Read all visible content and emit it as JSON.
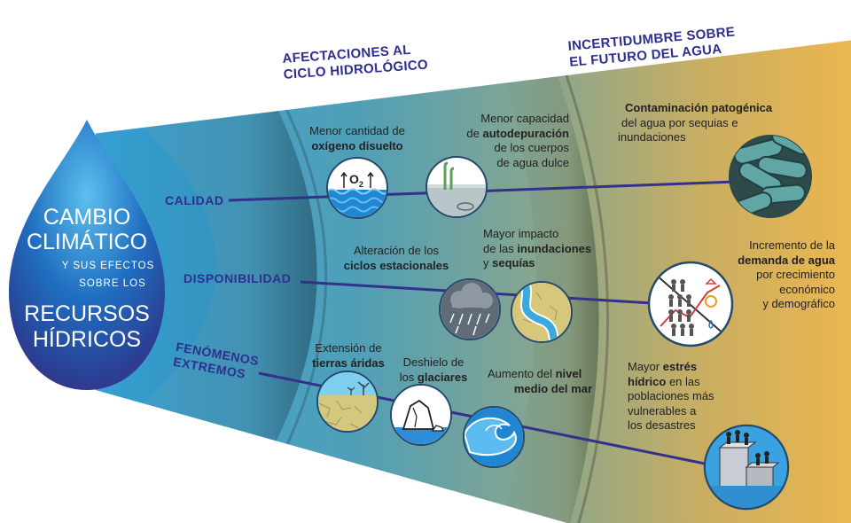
{
  "title": {
    "line1": "CAMBIO",
    "line2": "CLIMÁTICO",
    "sub1": "Y SUS EFECTOS",
    "sub2": "SOBRE LOS",
    "line3": "RECURSOS",
    "line4": "HÍDRICOS"
  },
  "headers": {
    "afectaciones_1": "AFECTACIONES AL",
    "afectaciones_2": "CICLO HIDROLÓGICO",
    "incertidumbre_1": "INCERTIDUMBRE SOBRE",
    "incertidumbre_2": "EL FUTURO DEL AGUA"
  },
  "rows": {
    "calidad": "CALIDAD",
    "disponibilidad": "DISPONIBILIDAD",
    "fenomenos_1": "FENÓMENOS",
    "fenomenos_2": "EXTREMOS"
  },
  "labels": {
    "oxigeno_1": "Menor cantidad de",
    "oxigeno_2": "oxígeno disuelto",
    "o2_symbol": "O",
    "o2_sub": "2",
    "auto_1": "Menor capacidad",
    "auto_2a": "de ",
    "auto_2b": "autodepuración",
    "auto_3": "de los cuerpos",
    "auto_4": "de agua dulce",
    "conta_1": "Contaminación patogénica",
    "conta_2": "del agua por sequias e",
    "conta_3": "inundaciones",
    "ciclos_1": "Alteración de los",
    "ciclos_2": "ciclos estacionales",
    "impacto_1": "Mayor impacto",
    "impacto_2a": "de las ",
    "impacto_2b": "inundaciones",
    "impacto_3a": "y ",
    "impacto_3b": "sequías",
    "demanda_1": "Incremento de la",
    "demanda_2": "demanda de agua",
    "demanda_3": "por crecimiento",
    "demanda_4": "económico",
    "demanda_5": "y demográfico",
    "aridas_1": "Extensión de",
    "aridas_2": "tierras áridas",
    "glaciares_1": "Deshielo de",
    "glaciares_2a": "los ",
    "glaciares_2b": "glaciares",
    "mar_1a": "Aumento del ",
    "mar_1b": "nivel",
    "mar_2": "medio del mar",
    "estres_1a": "Mayor ",
    "estres_1b": "estrés",
    "estres_2a": "hídrico",
    "estres_2b": " en las",
    "estres_3": "poblaciones más",
    "estres_4": "vulnerables a",
    "estres_5": "los desastres"
  },
  "colors": {
    "drop_top": "#4fb3e8",
    "drop_mid": "#1d62b5",
    "drop_bottom": "#3a2a7a",
    "band_start": "#3fa0cf",
    "band_mid": "#6c9c98",
    "band_end": "#e9b650",
    "line": "#33318a",
    "header_text": "#2e2f8f"
  },
  "icons": [
    "oxygen-water-icon",
    "self-purification-icon",
    "bacteria-icon",
    "rain-cloud-icon",
    "flooded-river-icon",
    "demand-growth-icon",
    "dry-land-icon",
    "glacier-icon",
    "sea-wave-icon",
    "flood-people-icon"
  ]
}
